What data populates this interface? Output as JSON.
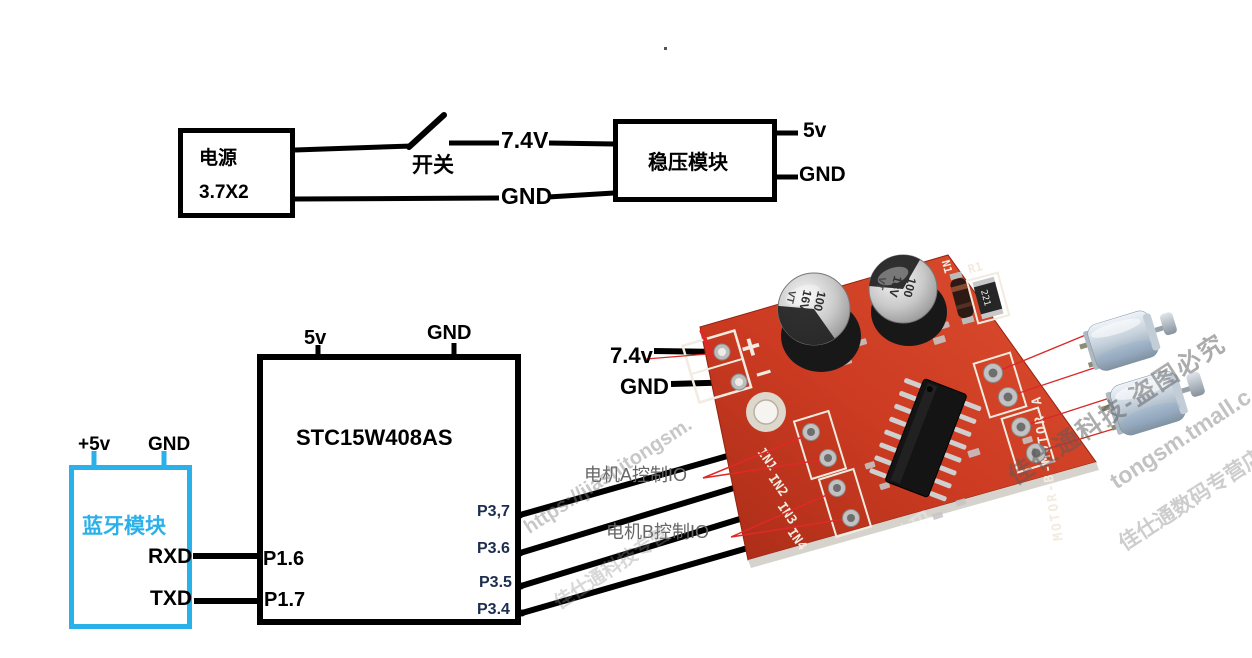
{
  "schematic": {
    "power": {
      "name": "电源",
      "spec": "3.7X2"
    },
    "switch_label": "开关",
    "rail_74v": "7.4V",
    "rail_gnd": "GND",
    "regulator": {
      "name": "稳压模块",
      "out_5v": "5v",
      "out_gnd": "GND"
    },
    "mcu": {
      "name": "STC15W408AS",
      "vcc": "5v",
      "gnd": "GND",
      "p16": "P1.6",
      "p17": "P1.7",
      "p37": "P3,7",
      "p36": "P3.6",
      "p35": "P3.5",
      "p34": "P3.4"
    },
    "bluetooth": {
      "name": "蓝牙模块",
      "vcc": "+5v",
      "gnd": "GND",
      "rxd": "RXD",
      "txd": "TXD"
    },
    "board_in": {
      "v": "7.4v",
      "gnd": "GND"
    },
    "motor_a_note": "电机A控制IO",
    "motor_b_note": "电机B控制IO"
  },
  "board": {
    "in1": "IN1",
    "in2": "IN2",
    "in3": "IN3",
    "in4": "IN4",
    "motor_rail": "MOTOR-B-MOTOR-A",
    "plus": "+",
    "minus": "−",
    "r1": "R1",
    "res_value": "221",
    "n1": "N1",
    "cap": {
      "v": "100",
      "volt": "16V",
      "vt": "VT"
    }
  },
  "watermarks": {
    "left_url": "https://jiashitongsm.",
    "left_cn": "佳仕通科技专营",
    "right_cn": "佳仕通科技-盗图必究",
    "right_url": "tongsm.tmall.c",
    "right_shop": "佳仕通数码专营店",
    "board_cn": "佳仕通数码"
  },
  "colors": {
    "wire": "#000000",
    "bluetooth_accent": "#2bb1ea",
    "board_red": "#cc3b22",
    "annotation_red": "#e02828",
    "note_gray": "#666666"
  }
}
